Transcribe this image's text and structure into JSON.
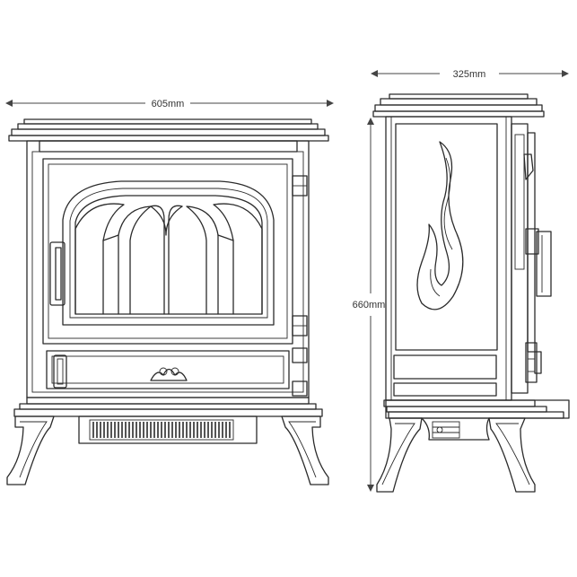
{
  "dimensions": {
    "width_label": "605mm",
    "depth_label": "325mm",
    "height_label": "660mm"
  },
  "colors": {
    "line": "#2b2b2b",
    "background": "#ffffff"
  }
}
